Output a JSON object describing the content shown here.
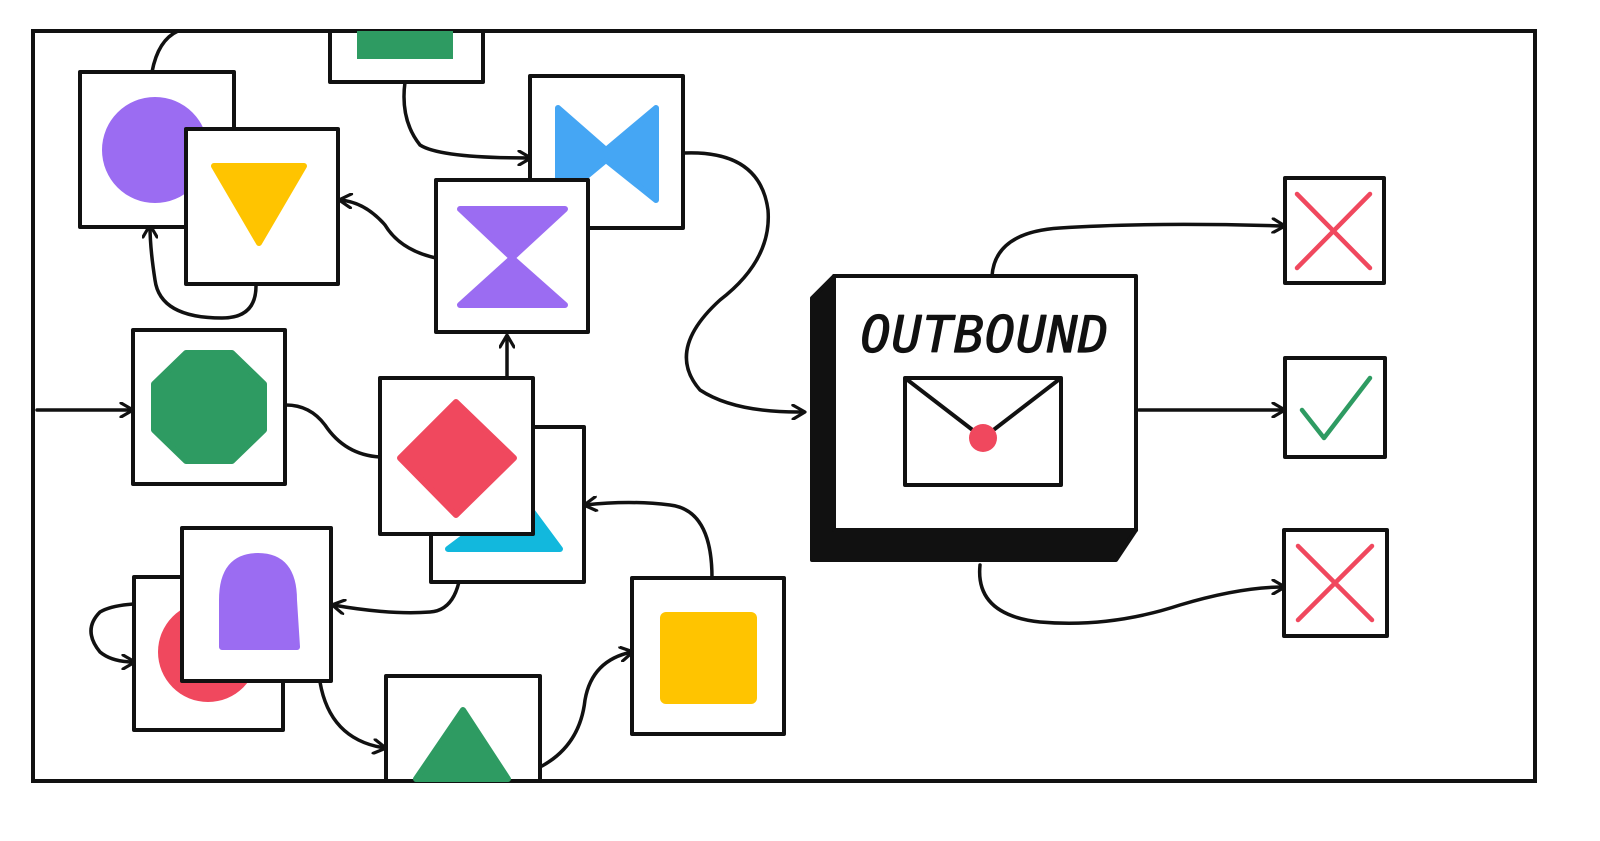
{
  "colors": {
    "ink": "#111111",
    "paper": "#ffffff",
    "purple": "#9b6cf2",
    "yellow": "#ffc400",
    "blue": "#45a6f4",
    "green": "#2e9b62",
    "red": "#f0485e",
    "cyan": "#12b8dd"
  },
  "outbound": {
    "label": "OUTBOUND",
    "icon": "envelope-icon"
  },
  "nodes": [
    {
      "name": "node-circle-purple",
      "shape": "circle-icon",
      "color": "purple"
    },
    {
      "name": "node-triangle-down-yellow",
      "shape": "triangle-down-icon",
      "color": "yellow"
    },
    {
      "name": "node-rect-green-top",
      "shape": "rectangle-icon",
      "color": "green"
    },
    {
      "name": "node-bowtie-blue",
      "shape": "bowtie-icon",
      "color": "blue"
    },
    {
      "name": "node-hourglass-purple",
      "shape": "hourglass-icon",
      "color": "purple"
    },
    {
      "name": "node-octagon-green",
      "shape": "octagon-icon",
      "color": "green"
    },
    {
      "name": "node-diamond-red",
      "shape": "diamond-icon",
      "color": "red"
    },
    {
      "name": "node-triangle-cyan",
      "shape": "triangle-icon",
      "color": "cyan"
    },
    {
      "name": "node-circle-red",
      "shape": "circle-icon",
      "color": "red"
    },
    {
      "name": "node-arch-purple",
      "shape": "arch-icon",
      "color": "purple"
    },
    {
      "name": "node-triangle-green",
      "shape": "triangle-icon",
      "color": "green"
    },
    {
      "name": "node-square-yellow",
      "shape": "square-icon",
      "color": "yellow"
    }
  ],
  "results": [
    {
      "name": "result-fail-top",
      "icon": "cross-icon",
      "color": "red"
    },
    {
      "name": "result-success",
      "icon": "checkmark-icon",
      "color": "green"
    },
    {
      "name": "result-fail-bottom",
      "icon": "cross-icon",
      "color": "red"
    }
  ]
}
